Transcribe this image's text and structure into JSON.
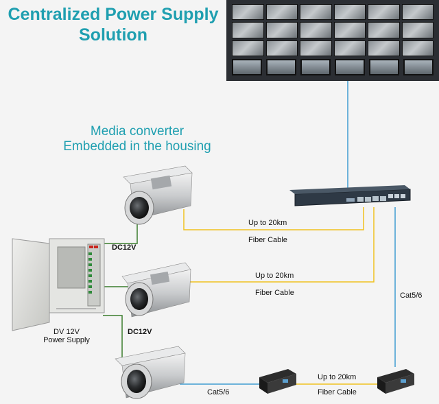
{
  "title_line1": "Centralized Power Supply",
  "title_line2": "Solution",
  "media_converter_line1": "Media converter",
  "media_converter_line2": "Embedded in the housing",
  "power_supply_line1": "DV 12V",
  "power_supply_line2": "Power Supply",
  "dc12v_top": "DC12V",
  "dc12v_bottom": "DC12V",
  "link1_distance": "Up to 20km",
  "link1_cable": "Fiber Cable",
  "link2_distance": "Up to 20km",
  "link2_cable": "Fiber Cable",
  "link3_distance": "Up to 20km",
  "link3_cable": "Fiber Cable",
  "cat_vertical": "Cat5/6",
  "cat_bottom": "Cat5/6",
  "colors": {
    "title": "#1f9fb0",
    "fiber": "#f0c21e",
    "cat": "#3f9bd1",
    "power": "#3a7d2c"
  },
  "icons": [
    "video-wall",
    "network-switch",
    "bullet-camera",
    "power-supply-box",
    "media-converter"
  ]
}
